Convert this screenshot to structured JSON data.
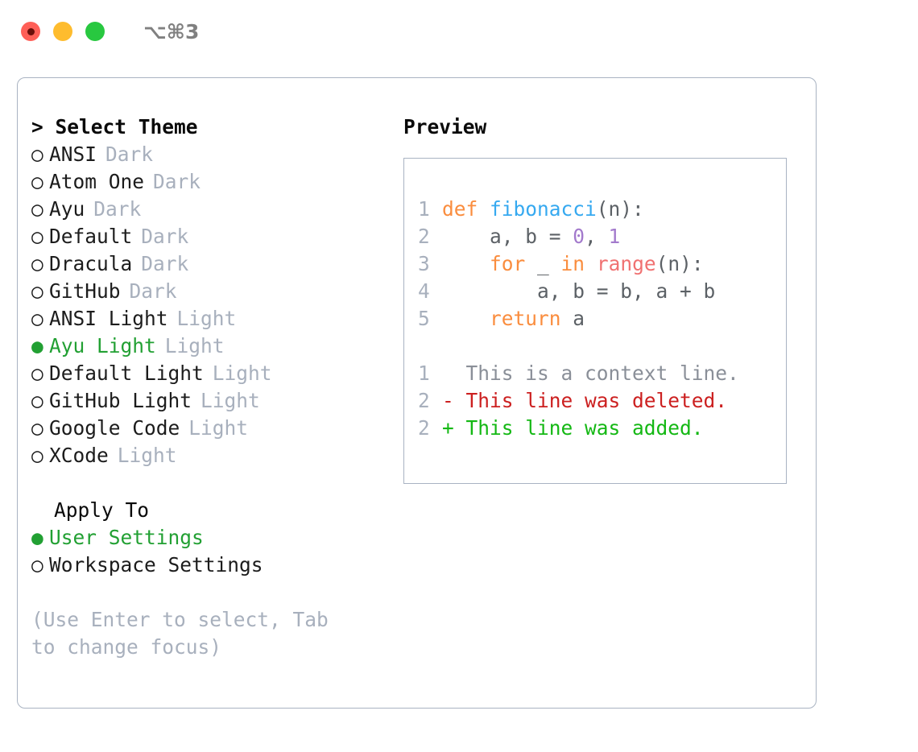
{
  "titlebar": {
    "shortcut": "⌥⌘3",
    "buttons": [
      {
        "name": "close",
        "color": "#ff5f57"
      },
      {
        "name": "minimize",
        "color": "#febc2e"
      },
      {
        "name": "maximize",
        "color": "#28c840"
      }
    ]
  },
  "left": {
    "heading": "> Select Theme",
    "themes": [
      {
        "bullet": "○",
        "label": "ANSI",
        "tag": "Dark",
        "selected": false
      },
      {
        "bullet": "○",
        "label": "Atom One",
        "tag": "Dark",
        "selected": false
      },
      {
        "bullet": "○",
        "label": "Ayu",
        "tag": "Dark",
        "selected": false
      },
      {
        "bullet": "○",
        "label": "Default",
        "tag": "Dark",
        "selected": false
      },
      {
        "bullet": "○",
        "label": "Dracula",
        "tag": "Dark",
        "selected": false
      },
      {
        "bullet": "○",
        "label": "GitHub",
        "tag": "Dark",
        "selected": false
      },
      {
        "bullet": "○",
        "label": "ANSI Light",
        "tag": "Light",
        "selected": false
      },
      {
        "bullet": "●",
        "label": "Ayu Light",
        "tag": "Light",
        "selected": true
      },
      {
        "bullet": "○",
        "label": "Default Light",
        "tag": "Light",
        "selected": false
      },
      {
        "bullet": "○",
        "label": "GitHub Light",
        "tag": "Light",
        "selected": false
      },
      {
        "bullet": "○",
        "label": "Google Code",
        "tag": "Light",
        "selected": false
      },
      {
        "bullet": "○",
        "label": "XCode",
        "tag": "Light",
        "selected": false
      }
    ],
    "apply_to_title": "Apply To",
    "apply_to": [
      {
        "bullet": "●",
        "label": "User Settings",
        "selected": true
      },
      {
        "bullet": "○",
        "label": "Workspace Settings",
        "selected": false
      }
    ],
    "hint": "(Use Enter to select, Tab to change focus)"
  },
  "right": {
    "preview_title": "Preview",
    "code_lines": [
      {
        "num": "1",
        "tokens": [
          {
            "t": "def ",
            "c": "kw"
          },
          {
            "t": "fibonacci",
            "c": "fn"
          },
          {
            "t": "(n):",
            "c": "plain"
          }
        ]
      },
      {
        "num": "2",
        "tokens": [
          {
            "t": "    a, b = ",
            "c": "plain"
          },
          {
            "t": "0",
            "c": "num"
          },
          {
            "t": ", ",
            "c": "plain"
          },
          {
            "t": "1",
            "c": "num"
          }
        ]
      },
      {
        "num": "3",
        "tokens": [
          {
            "t": "    ",
            "c": "plain"
          },
          {
            "t": "for",
            "c": "kw"
          },
          {
            "t": " _ ",
            "c": "plain"
          },
          {
            "t": "in",
            "c": "kw"
          },
          {
            "t": " ",
            "c": "plain"
          },
          {
            "t": "range",
            "c": "builtin"
          },
          {
            "t": "(n):",
            "c": "plain"
          }
        ]
      },
      {
        "num": "4",
        "tokens": [
          {
            "t": "        a, b = b, a + b",
            "c": "plain"
          }
        ]
      },
      {
        "num": "5",
        "tokens": [
          {
            "t": "    ",
            "c": "plain"
          },
          {
            "t": "return",
            "c": "kw"
          },
          {
            "t": " a",
            "c": "plain"
          }
        ]
      }
    ],
    "diff_lines": [
      {
        "num": "1",
        "text": "  This is a context line.",
        "kind": "ctx"
      },
      {
        "num": "2",
        "text": "- This line was deleted.",
        "kind": "del"
      },
      {
        "num": "2",
        "text": "+ This line was added.",
        "kind": "add"
      }
    ]
  },
  "colors": {
    "accent_green": "#22a033",
    "muted": "#a8b0bd",
    "border": "#a9b3c2",
    "keyword": "#fa8d3e",
    "function": "#36a9f0",
    "number": "#a37acc",
    "builtin": "#f07171",
    "diff_add": "#14b814",
    "diff_del": "#cc2020"
  }
}
